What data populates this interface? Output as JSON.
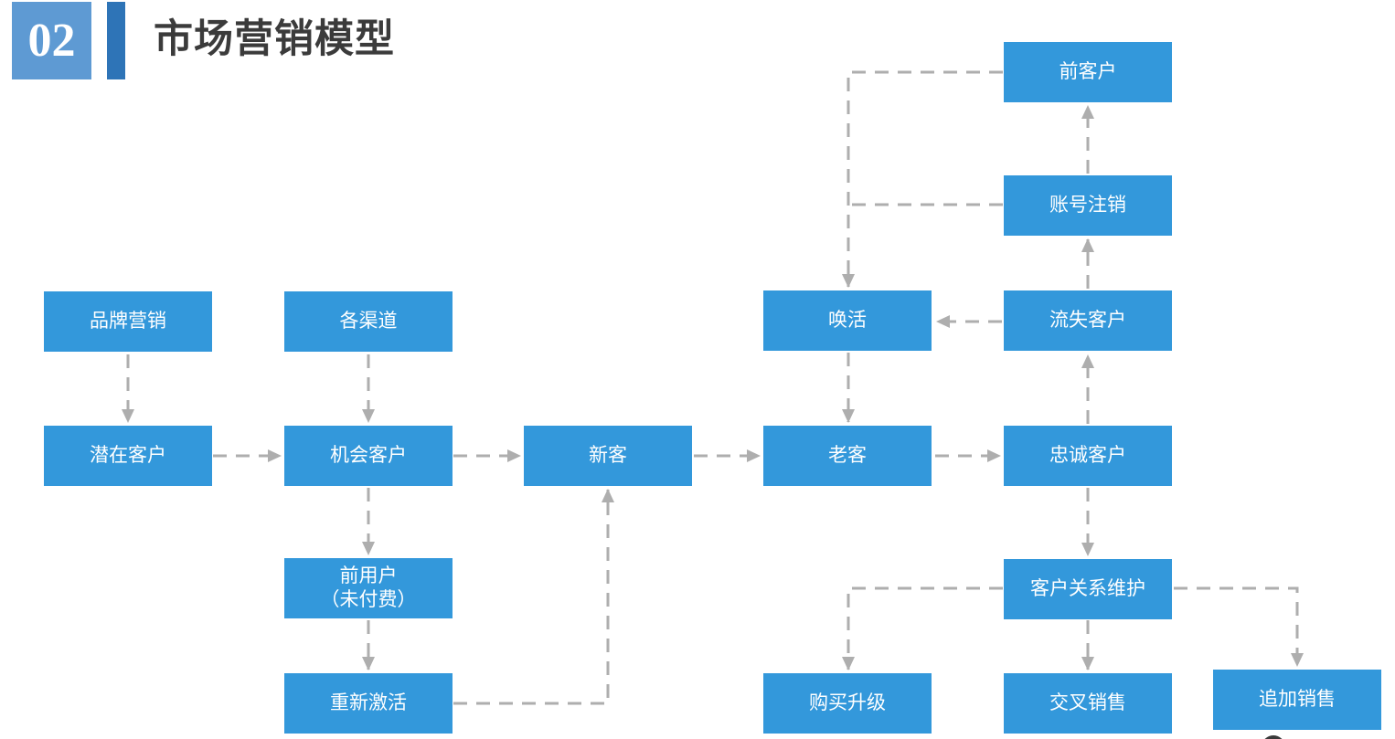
{
  "slide": {
    "number": "02",
    "title": "市场营销模型"
  },
  "colors": {
    "node_fill": "#3398DB",
    "node_text": "#FFFFFF",
    "connector_gray": "#AEAEAE",
    "number_square_blue": "#5E9AD3",
    "accent_bar_blue": "#2E74B7",
    "title_text": "#3B3B3B"
  },
  "nodes": {
    "former_customer": "前客户",
    "account_cancel": "账号注销",
    "wake_up": "唤活",
    "churned_customer": "流失客户",
    "brand_marketing": "品牌营销",
    "channels": "各渠道",
    "potential_customer": "潜在客户",
    "opportunity_customer": "机会客户",
    "new_customer": "新客",
    "old_customer": "老客",
    "loyal_customer": "忠诚客户",
    "former_user": {
      "line1": "前用户",
      "line2": "（未付费）"
    },
    "crm_maintenance": "客户关系维护",
    "reactivation": "重新激活",
    "purchase_upgrade": "购买升级",
    "cross_sell": "交叉销售",
    "upsell": "追加销售"
  }
}
